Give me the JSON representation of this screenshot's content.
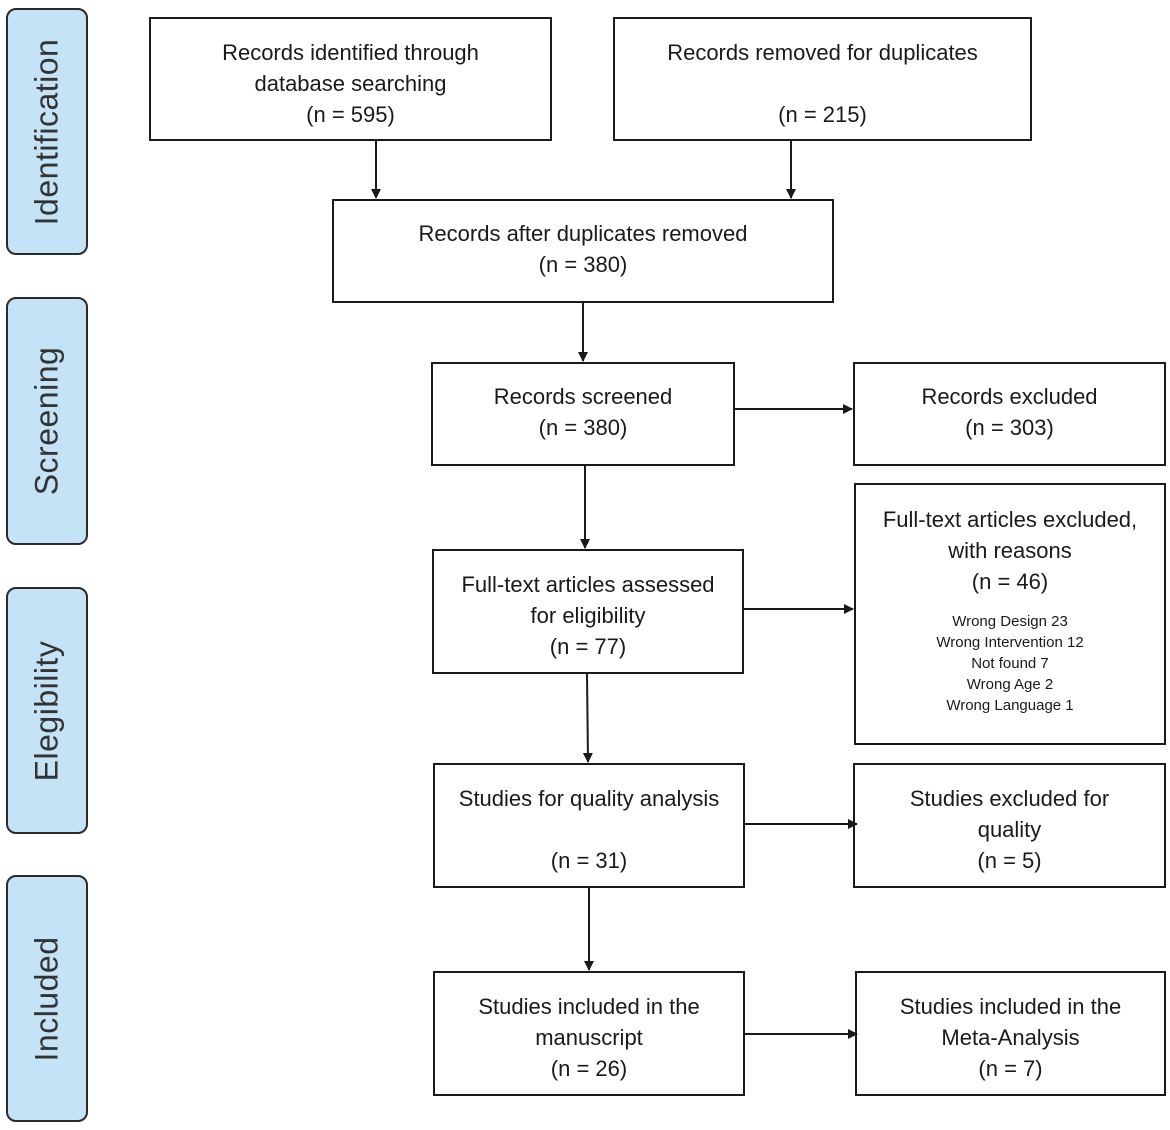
{
  "phases": {
    "identification": "Identification",
    "screening": "Screening",
    "eligibility": "Elegibility",
    "included": "Included"
  },
  "boxes": {
    "identified": {
      "line1": "Records identified through",
      "line2": "database searching",
      "count": "(n = 595)"
    },
    "duplicates_removed": {
      "line1": "Records removed for duplicates",
      "count": "(n = 215)"
    },
    "after_duplicates": {
      "line1": "Records after duplicates removed",
      "count": "(n = 380)"
    },
    "screened": {
      "line1": "Records screened",
      "count": "(n = 380)"
    },
    "excluded": {
      "line1": "Records excluded",
      "count": "(n = 303)"
    },
    "fulltext_assessed": {
      "line1": "Full-text articles assessed",
      "line2": "for eligibility",
      "count": "(n = 77)"
    },
    "fulltext_excluded": {
      "line1": "Full-text articles excluded,",
      "line2": "with reasons",
      "count": "(n = 46)",
      "reasons": [
        "Wrong Design 23",
        "Wrong Intervention 12",
        "Not found 7",
        "Wrong Age 2",
        "Wrong Language 1"
      ]
    },
    "quality_analysis": {
      "line1": "Studies for quality analysis",
      "count": "(n = 31)"
    },
    "quality_excluded": {
      "line1": "Studies excluded for",
      "line2": "quality",
      "count": "(n = 5)"
    },
    "manuscript": {
      "line1": "Studies included in the",
      "line2": "manuscript",
      "count": "(n = 26)"
    },
    "meta_analysis": {
      "line1": "Studies included in the",
      "line2": "Meta-Analysis",
      "count": "(n = 7)"
    }
  },
  "colors": {
    "phase_fill": "#c5e3f6",
    "border": "#1a1a1a"
  }
}
